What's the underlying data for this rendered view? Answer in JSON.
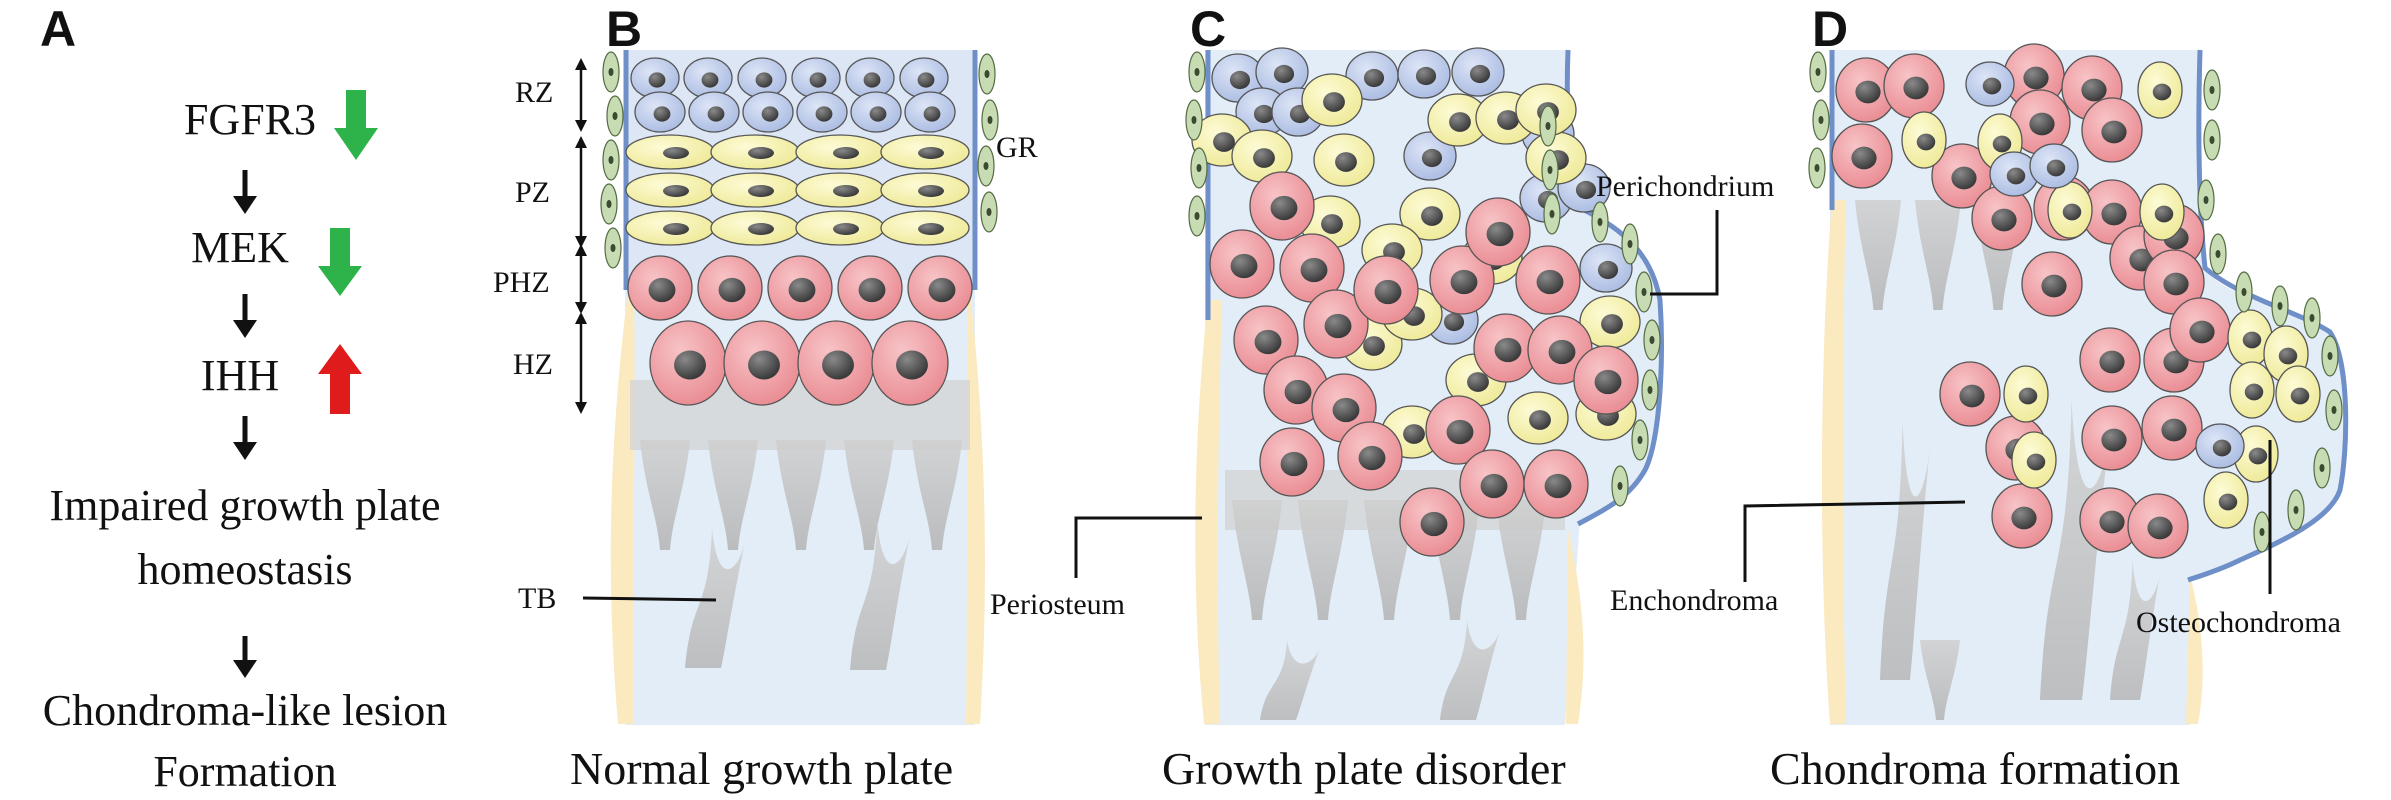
{
  "panels": {
    "a": {
      "letter": "A",
      "steps": [
        {
          "label": "FGFR3",
          "direction": "down",
          "color": "#2db34a"
        },
        {
          "label": "MEK",
          "direction": "down",
          "color": "#2db34a"
        },
        {
          "label": "IHH",
          "direction": "up",
          "color": "#e01b1b"
        }
      ],
      "outcome_line1": "Impaired growth plate",
      "outcome_line2": "homeostasis",
      "final_line1": "Chondroma-like lesion",
      "final_line2": "Formation"
    },
    "b": {
      "letter": "B",
      "zones": [
        "RZ",
        "PZ",
        "PHZ",
        "HZ"
      ],
      "gr_label": "GR",
      "tb_label": "TB",
      "caption": "Normal growth plate"
    },
    "c": {
      "letter": "C",
      "periosteum_label": "Periosteum",
      "perichondrium_label": "Perichondrium",
      "caption": "Growth plate disorder"
    },
    "d": {
      "letter": "D",
      "enchondroma_label": "Enchondroma",
      "osteochondroma_label": "Osteochondroma",
      "caption": "Chondroma formation"
    }
  },
  "colors": {
    "bone_bg": "#e3edf7",
    "resting_cell": "#b9c8e8",
    "proliferative_cell": "#f6f3b0",
    "hypertrophic_cell": "#ef9aa0",
    "nucleus": "#4a4a4a",
    "periosteum": "#fbe9bf",
    "perichondrium_line": "#6f8fc8",
    "gr_cell": "#c8dcb4",
    "trabecular": "#b8b8b8",
    "green_arrow": "#2db34a",
    "red_arrow": "#e01b1b"
  }
}
